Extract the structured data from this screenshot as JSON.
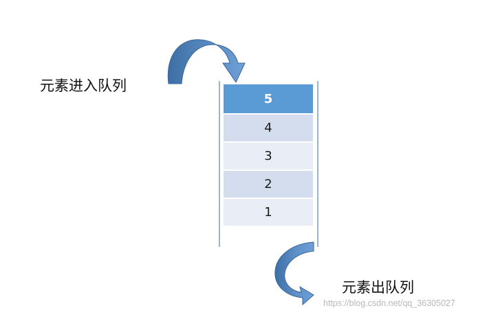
{
  "labels": {
    "enqueue": "元素进入队列",
    "dequeue": "元素出队列"
  },
  "queue": {
    "items": [
      {
        "value": "5",
        "style": "head"
      },
      {
        "value": "4",
        "style": "dark"
      },
      {
        "value": "3",
        "style": "light"
      },
      {
        "value": "2",
        "style": "dark"
      },
      {
        "value": "1",
        "style": "light"
      }
    ]
  },
  "colors": {
    "arrow": "#4f81bd",
    "head_cell": "#5b9bd5",
    "cell_dark": "#d3ddee",
    "cell_light": "#e9edf6",
    "wall": "#9db4d0"
  },
  "icons": {
    "enqueue_arrow": "curved-arrow-down-right-icon",
    "dequeue_arrow": "curved-arrow-down-right-icon"
  },
  "watermark": "https://blog.csdn.net/qq_36305027"
}
